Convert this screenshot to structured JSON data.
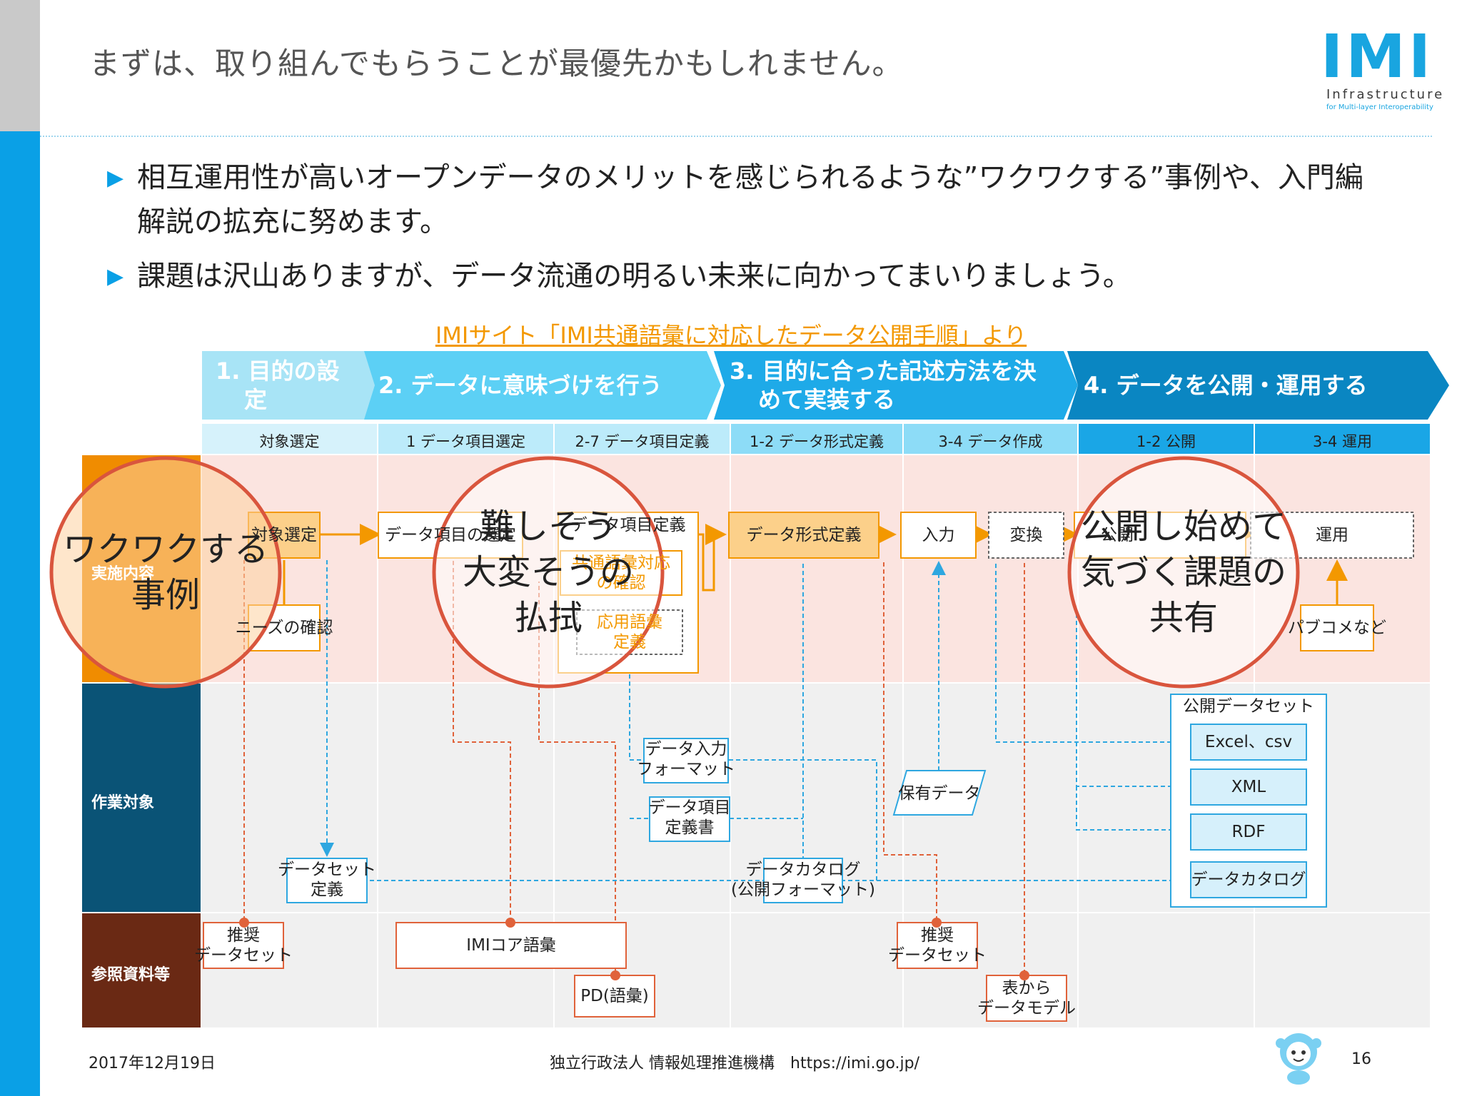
{
  "slide": {
    "title": "まずは、取り組んでもらうことが最優先かもしれません。",
    "logo": {
      "word": "IMI",
      "line1": "Infrastructure",
      "line2": "for Multi-layer Interoperability"
    },
    "bullets": [
      {
        "line1": "相互運用性が高いオープンデータのメリットを感じられるような”ワクワクする”事例や、入門編",
        "line2": "解説の拡充に努めます。"
      },
      {
        "line1": "課題は沢山ありますが、データ流通の明るい未来に向かってまいりましょう。"
      }
    ],
    "source_link": "IMIサイト「IMI共通語彙に対応したデータ公開手順」より"
  },
  "phases": [
    {
      "line1": "1. 目的の設",
      "line2": "定"
    },
    {
      "line1": "2. データに意味づけを行う"
    },
    {
      "line1": "3. 目的に合った記述方法を決",
      "line2": "めて実装する"
    },
    {
      "line1": "4. データを公開・運用する"
    }
  ],
  "steps": [
    "対象選定",
    "1 データ項目選定",
    "2-7 データ項目定義",
    "1-2 データ形式定義",
    "3-4 データ作成",
    "1-2 公開",
    "3-4 運用"
  ],
  "rows": {
    "r1": "実施内容",
    "r2": "作業対象",
    "r3": "参照資料等"
  },
  "boxes": {
    "taisho": "対象選定",
    "needs": "ニーズの確認",
    "koumoku_sentei": "データ項目の選定",
    "koumoku_teigi": "データ項目定義",
    "goi_taio1": "共通語彙対応",
    "goi_taio2": "の確認",
    "ouyou1": "応用語彙",
    "ouyou2": "定義",
    "keishiki": "データ形式定義",
    "nyuryoku": "入力",
    "henkan": "変換",
    "kokai": "公開",
    "unyo": "運用",
    "pabukome": "パブコメなど",
    "nyuryoku_fmt1": "データ入力",
    "nyuryoku_fmt2": "フォーマット",
    "koumoku_sho1": "データ項目",
    "koumoku_sho2": "定義書",
    "hoyu": "保有データ",
    "ds_teigi1": "データセット",
    "ds_teigi2": "定義",
    "catalog1": "データカタログ",
    "catalog2": "(公開フォーマット)",
    "kokai_ds": "公開データセット",
    "excel": "Excel、csv",
    "xml": "XML",
    "rdf": "RDF",
    "catalog_out": "データカタログ",
    "suisho1_a": "推奨",
    "suisho1_b": "データセット",
    "imi_core": "IMIコア語彙",
    "pd": "PD(語彙)",
    "suisho2_a": "推奨",
    "suisho2_b": "データセット",
    "hyou_a": "表から",
    "hyou_b": "データモデル"
  },
  "circles": {
    "c1": {
      "line1": "ワクワクする",
      "line2": "事例"
    },
    "c2": {
      "line1": "難しそう",
      "line2": "大変そうの",
      "line3": "払拭"
    },
    "c3": {
      "line1": "公開し始めて",
      "line2": "気づく課題の",
      "line3": "共有"
    }
  },
  "footer": {
    "date": "2017年12月19日",
    "org": "独立行政法人 情報処理推進機構　https://imi.go.jp/",
    "page": "16"
  },
  "colors": {
    "accent_blue": "#0aa0e6",
    "orange": "#f39800",
    "red_circle": "#d9553d",
    "row1": "#f08c00",
    "row2": "#0a5376",
    "row3": "#6a2914"
  }
}
